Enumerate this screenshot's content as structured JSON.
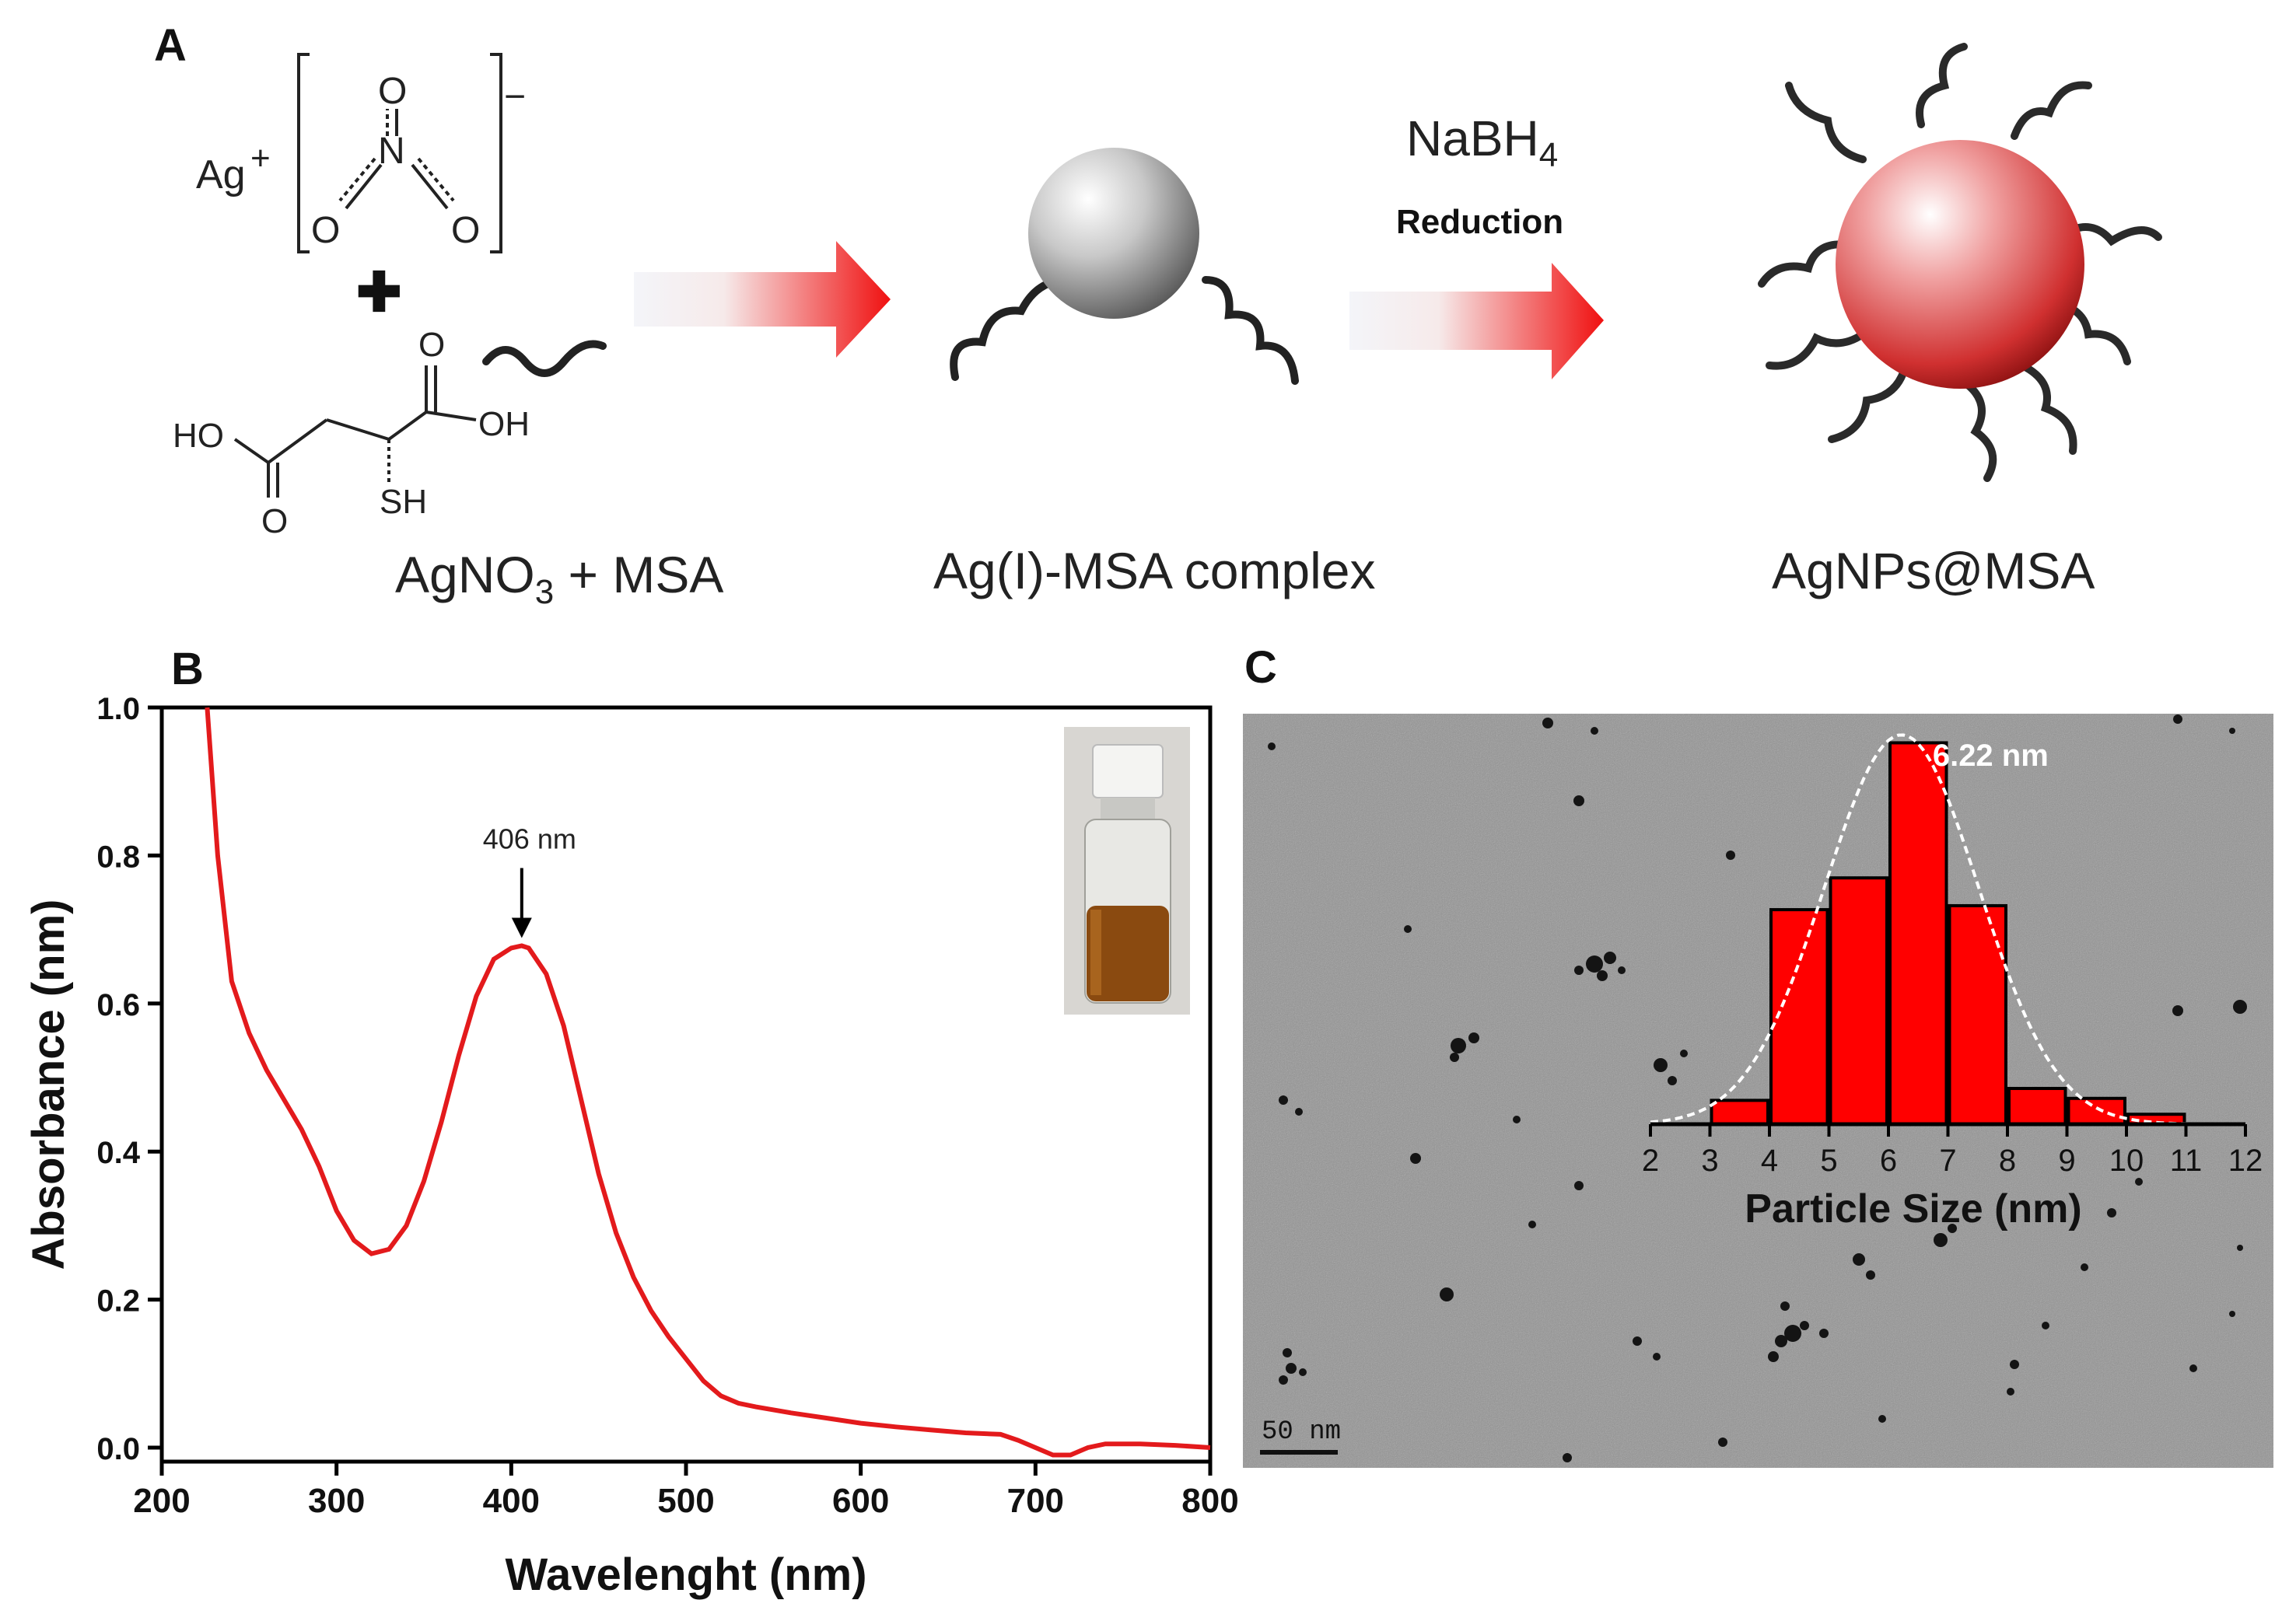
{
  "panel_a": {
    "label": "A",
    "ag_ion": "Ag",
    "ag_charge": "+",
    "nitrate": {
      "atom_n": "N",
      "atom_o": "O",
      "charge": "−"
    },
    "plus_sign": "✚",
    "msa": {
      "ho": "HO",
      "oh": "OH",
      "o": "O",
      "sh": "SH"
    },
    "reagent_caption": {
      "a": "AgNO",
      "sub": "3",
      "b": " + MSA"
    },
    "intermediate_caption": "Ag(I)-MSA complex",
    "reducer": {
      "a": "NaBH",
      "sub": "4"
    },
    "reduction_label": "Reduction",
    "product_caption": "AgNPs@MSA",
    "colors": {
      "arrow": "#f01010",
      "ligand": "#222222"
    }
  },
  "chart_data": [
    {
      "panel": "B",
      "type": "line",
      "xlabel": "Wavelenght (nm)",
      "ylabel": "Absorbance (nm)",
      "xlim": [
        200,
        800
      ],
      "ylim": [
        0,
        1.0
      ],
      "xticks": [
        200,
        300,
        400,
        500,
        600,
        700,
        800
      ],
      "yticks": [
        0.0,
        0.2,
        0.4,
        0.6,
        0.8,
        1.0
      ],
      "ytick_labels": [
        "0.0",
        "0.2",
        "0.4",
        "0.6",
        "0.8",
        "1.0"
      ],
      "grid": false,
      "series": [
        {
          "color": "#e31a1c",
          "x": [
            226,
            232,
            240,
            250,
            260,
            270,
            280,
            290,
            300,
            310,
            320,
            330,
            340,
            350,
            360,
            370,
            380,
            390,
            400,
            406,
            410,
            420,
            430,
            440,
            450,
            460,
            470,
            480,
            490,
            500,
            510,
            520,
            530,
            540,
            560,
            580,
            600,
            620,
            640,
            660,
            680,
            690,
            700,
            710,
            720,
            730,
            740,
            760,
            780,
            800
          ],
          "y": [
            1.0,
            0.8,
            0.63,
            0.56,
            0.51,
            0.47,
            0.43,
            0.38,
            0.32,
            0.28,
            0.262,
            0.268,
            0.3,
            0.36,
            0.44,
            0.53,
            0.61,
            0.66,
            0.675,
            0.678,
            0.675,
            0.64,
            0.57,
            0.47,
            0.37,
            0.29,
            0.23,
            0.185,
            0.15,
            0.12,
            0.09,
            0.07,
            0.06,
            0.055,
            0.047,
            0.04,
            0.033,
            0.028,
            0.024,
            0.02,
            0.018,
            0.01,
            0.0,
            -0.01,
            -0.01,
            0.0,
            0.005,
            0.005,
            0.003,
            0.0
          ]
        }
      ],
      "annotation": {
        "text": "406 nm",
        "x": 406,
        "y": 0.678
      }
    },
    {
      "panel": "C",
      "type": "bar",
      "xlabel": "Particle Size (nm)",
      "xlim": [
        2,
        12
      ],
      "xticks": [
        2,
        3,
        4,
        5,
        6,
        7,
        8,
        9,
        10,
        11,
        12
      ],
      "ylim": [
        0,
        1
      ],
      "bar_color": "#ff0000",
      "bins": [
        {
          "from": 3,
          "to": 4,
          "value": 0.06
        },
        {
          "from": 4,
          "to": 5,
          "value": 0.54
        },
        {
          "from": 5,
          "to": 6,
          "value": 0.62
        },
        {
          "from": 6,
          "to": 7,
          "value": 0.96
        },
        {
          "from": 7,
          "to": 8,
          "value": 0.55
        },
        {
          "from": 8,
          "to": 9,
          "value": 0.09
        },
        {
          "from": 9,
          "to": 10,
          "value": 0.065
        },
        {
          "from": 10,
          "to": 11,
          "value": 0.025
        }
      ],
      "fit": {
        "type": "gaussian",
        "mean": 6.22,
        "sigma": 1.3,
        "peak": 0.98,
        "style": "dashed white"
      },
      "peak_label": "6.22 nm",
      "scale_bar": "50 nm"
    }
  ],
  "panel_labels": {
    "b": "B",
    "c": "C"
  },
  "inset_photo": {
    "description_icon": "vial-icon",
    "liquid_color": "#8a4a10"
  }
}
